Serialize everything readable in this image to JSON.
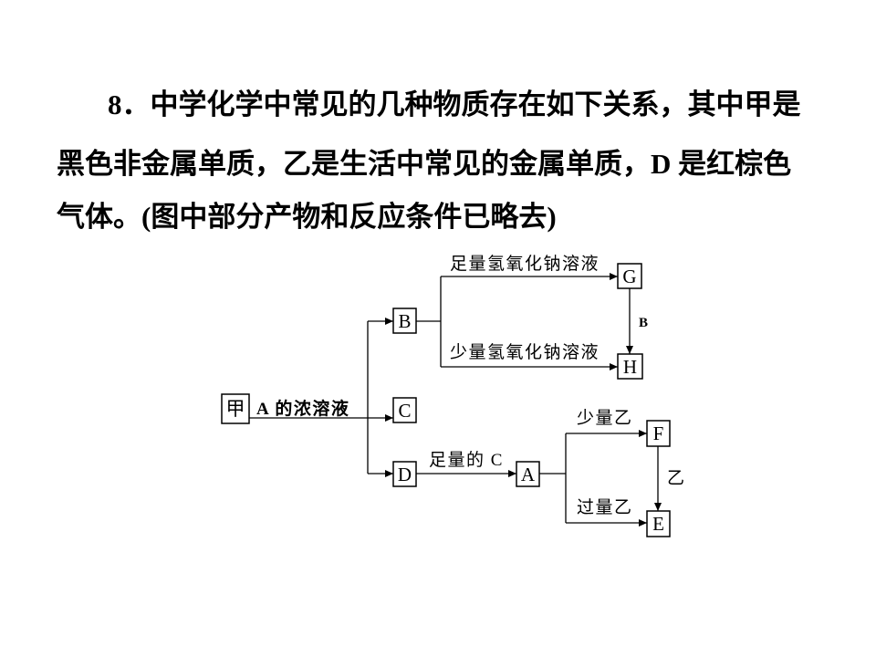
{
  "question": {
    "number": "8．",
    "line1": "中学化学中常见的几种物质存在如下关系，其中甲是",
    "line2": "黑色非金属单质，乙是生活中常见的金属单质，D  是红棕色",
    "line3": "气体。(图中部分产物和反应条件已略去)"
  },
  "diagram": {
    "nodes": {
      "jia": "甲",
      "B": "B",
      "C": "C",
      "D": "D",
      "G": "G",
      "H": "H",
      "A": "A",
      "F": "F",
      "E": "E"
    },
    "edges": {
      "jia_to_BCD": "A 的浓溶液",
      "B_to_G": "足量氢氧化钠溶液",
      "B_to_H": "少量氢氧化钠溶液",
      "G_to_H": "B",
      "D_to_A": "足量的 C",
      "A_to_F": "少量乙",
      "A_to_E": "过量乙",
      "F_to_E": "乙"
    }
  }
}
